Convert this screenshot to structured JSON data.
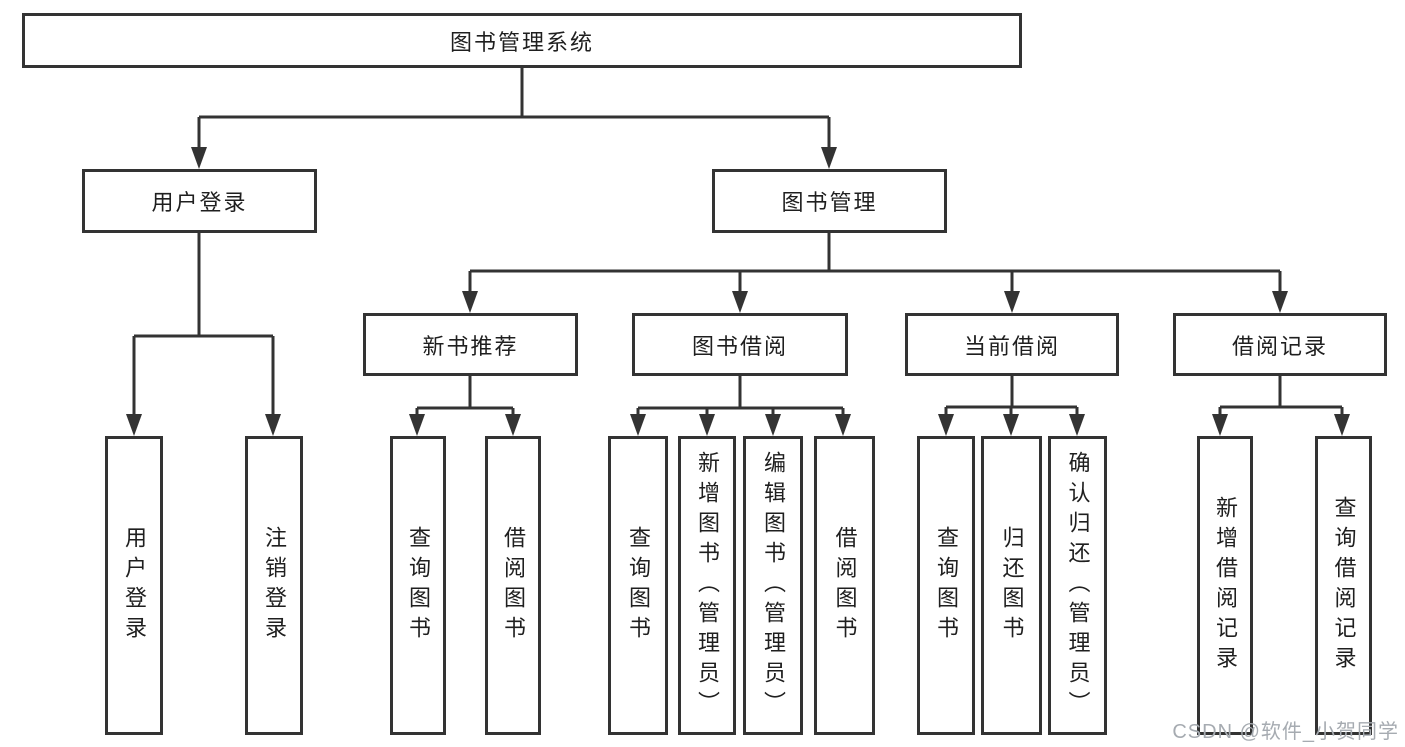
{
  "diagram": {
    "root": {
      "label": "图书管理系统"
    },
    "level2": {
      "user_login": {
        "label": "用户登录"
      },
      "book_mgmt": {
        "label": "图书管理"
      }
    },
    "level3": {
      "new_book_rec": {
        "label": "新书推荐"
      },
      "book_borrow": {
        "label": "图书借阅"
      },
      "current_borrow": {
        "label": "当前借阅"
      },
      "borrow_records": {
        "label": "借阅记录"
      }
    },
    "leaves": {
      "user_login_leaf": {
        "label": "用户登录"
      },
      "logout": {
        "label": "注销登录"
      },
      "rec_query_books": {
        "label": "查询图书"
      },
      "rec_borrow_books": {
        "label": "借阅图书"
      },
      "bb_query_books": {
        "label": "查询图书"
      },
      "bb_add_books": {
        "label": "新增图书（管理员）"
      },
      "bb_edit_books": {
        "label": "编辑图书（管理员）"
      },
      "bb_borrow_books": {
        "label": "借阅图书"
      },
      "cb_query_books": {
        "label": "查询图书"
      },
      "cb_return_books": {
        "label": "归还图书"
      },
      "cb_confirm_return": {
        "label": "确认归还（管理员）"
      },
      "br_add_record": {
        "label": "新增借阅记录"
      },
      "br_query_record": {
        "label": "查询借阅记录"
      }
    }
  },
  "watermark": {
    "text": "CSDN @软件_小贺同学"
  },
  "colors": {
    "line": "#333333",
    "text": "#1f1f1f",
    "box_background": "#ffffff",
    "watermark": "#a6abb1"
  }
}
